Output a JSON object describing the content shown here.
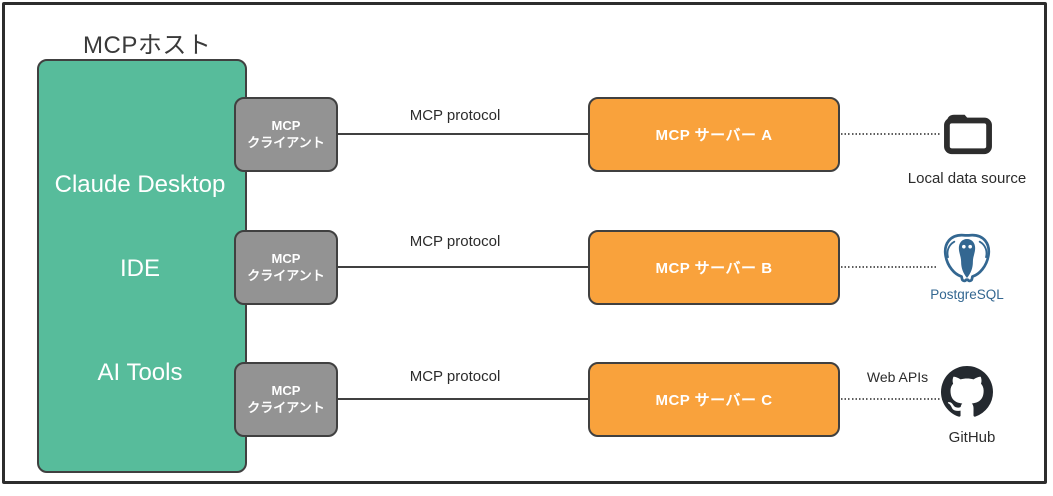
{
  "diagram": {
    "title": "MCPホスト",
    "host": {
      "apps": [
        "Claude Desktop",
        "IDE",
        "AI Tools"
      ]
    },
    "client": {
      "line1": "MCP",
      "line2": "クライアント"
    },
    "rows": [
      {
        "protocol": "MCP protocol",
        "server": "MCP サーバー A",
        "link_label": "",
        "resource": {
          "icon": "folder-icon",
          "label": "Local data source"
        }
      },
      {
        "protocol": "MCP protocol",
        "server": "MCP サーバー B",
        "link_label": "",
        "resource": {
          "icon": "postgresql-icon",
          "label": "PostgreSQL"
        }
      },
      {
        "protocol": "MCP protocol",
        "server": "MCP サーバー C",
        "link_label": "Web APIs",
        "resource": {
          "icon": "github-icon",
          "label": "GitHub"
        }
      }
    ],
    "colors": {
      "host_fill": "#57bc9b",
      "server_fill": "#f9a23c",
      "client_fill": "#939393",
      "border_dark": "#404040",
      "frame_dark": "#2d2d2d",
      "postgres_blue": "#336791",
      "github_dark": "#24292f",
      "folder_dark": "#2d2d2d",
      "text_dark": "#2b2b2b",
      "label_white": "#ffffff"
    }
  }
}
